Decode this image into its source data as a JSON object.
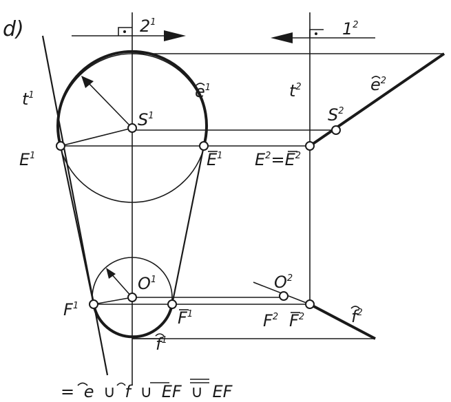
{
  "panel_label": "d)",
  "views": {
    "view1": {
      "arrow_label": "2",
      "arrow_sup": "1"
    },
    "view2": {
      "arrow_label": "1",
      "arrow_sup": "2"
    }
  },
  "labels": {
    "t1": {
      "base": "t",
      "sup": "1"
    },
    "t2": {
      "base": "t",
      "sup": "2"
    },
    "e1": {
      "base": "e",
      "sup": "1"
    },
    "e2": {
      "base": "e",
      "sup": "2"
    },
    "S1": {
      "base": "S",
      "sup": "1"
    },
    "S2": {
      "base": "S",
      "sup": "2"
    },
    "E1": {
      "base": "E",
      "sup": "1"
    },
    "Ebar1": {
      "base": "E",
      "sup": "1"
    },
    "E2eq": {
      "base": "E",
      "sup": "2",
      "eq": "=",
      "base2": "E",
      "sup2": "2"
    },
    "O1": {
      "base": "O",
      "sup": "1"
    },
    "O2": {
      "base": "O",
      "sup": "2"
    },
    "F1": {
      "base": "F",
      "sup": "1"
    },
    "Fbar1": {
      "base": "F",
      "sup": "1"
    },
    "F2": {
      "base": "F",
      "sup": "2"
    },
    "Fbar2": {
      "base": "F",
      "sup": "2"
    },
    "f1": {
      "base": "f",
      "sup": "1"
    },
    "f2": {
      "base": "f",
      "sup": "2"
    }
  },
  "formula": {
    "eq": "=",
    "e": "e",
    "cup": "∪",
    "f": "f",
    "EF": "EF"
  },
  "colors": {
    "ink": "#1a1a1a",
    "paper": "#ffffff"
  }
}
